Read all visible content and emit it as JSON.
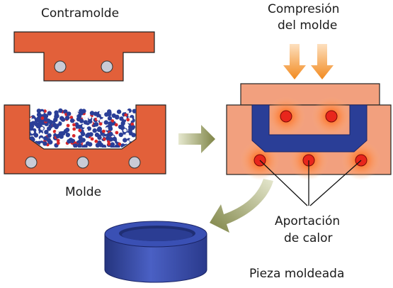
{
  "labels": {
    "counter_mold": "Contramolde",
    "mold": "Molde",
    "compression_line1": "Compresión",
    "compression_line2": "del molde",
    "heat_line1": "Aportación",
    "heat_line2": "de calor",
    "molded_part": "Pieza moldeada"
  },
  "colors": {
    "mold_orange": "#e2603a",
    "heated_mold": "#f2a07e",
    "heat_glow": "#ff7a2e",
    "part_blue": "#2a3e97",
    "arrow_green": "#8a8f52",
    "arrow_orange": "#f28a1f",
    "pin_gray": "#c9cbd6"
  }
}
